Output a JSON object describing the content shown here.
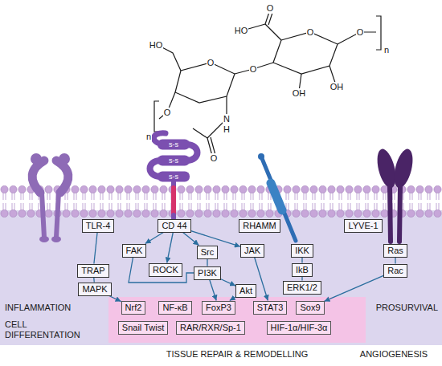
{
  "diagram": {
    "nodes": [
      {
        "text": [
          "TLR-4"
        ]
      },
      {
        "text": [
          "CD 44"
        ]
      },
      {
        "text": [
          "RHAMM"
        ]
      },
      {
        "text": [
          "LYVE-1"
        ]
      },
      {
        "text": [
          "TRAP"
        ]
      },
      {
        "text": [
          "MAPK"
        ]
      },
      {
        "text": [
          "FAK"
        ]
      },
      {
        "text": [
          "ROCK"
        ]
      },
      {
        "text": [
          "Src"
        ]
      },
      {
        "text": [
          "JAK"
        ]
      },
      {
        "text": [
          "PI3K"
        ]
      },
      {
        "text": [
          "Akt"
        ]
      },
      {
        "text": [
          "IKK"
        ]
      },
      {
        "text": [
          "IkB"
        ]
      },
      {
        "text": [
          "ERK1/2"
        ]
      },
      {
        "text": [
          "Ras"
        ]
      },
      {
        "text": [
          "Rac"
        ]
      },
      {
        "text": [
          "Nrf2"
        ]
      },
      {
        "text": [
          "NF-κB"
        ]
      },
      {
        "text": [
          "FoxP3"
        ]
      },
      {
        "text": [
          "STAT3"
        ]
      },
      {
        "text": [
          "Sox9"
        ]
      },
      {
        "text": [
          "Snail Twist"
        ]
      },
      {
        "text": [
          "RAR/RXR/Sp-1"
        ]
      },
      {
        "text": [
          "HIF-1α/HIF-3α"
        ]
      }
    ],
    "edges": [
      {
        "from": 0,
        "to": 4,
        "arrow": "none"
      },
      {
        "from": 4,
        "to": 5,
        "arrow": "none"
      },
      {
        "from": 5,
        "to": 17,
        "arrow": "to"
      },
      {
        "from": 1,
        "to": 6,
        "arrow": "to"
      },
      {
        "from": 1,
        "to": 7,
        "arrow": "to"
      },
      {
        "from": 1,
        "to": 8,
        "arrow": "to"
      },
      {
        "from": 1,
        "to": 9,
        "arrow": "to"
      },
      {
        "from": 6,
        "to": 10,
        "arrow": "none"
      },
      {
        "from": 8,
        "to": 10,
        "arrow": "none"
      },
      {
        "from": 10,
        "to": 11,
        "arrow": "to"
      },
      {
        "from": 10,
        "to": 19,
        "arrow": "to"
      },
      {
        "from": 11,
        "to": 19,
        "arrow": "to"
      },
      {
        "from": 9,
        "to": 20,
        "arrow": "to"
      },
      {
        "from": 12,
        "to": 13,
        "arrow": "none"
      },
      {
        "from": 13,
        "to": 14,
        "arrow": "none"
      },
      {
        "from": 15,
        "to": 16,
        "arrow": "none"
      },
      {
        "from": 16,
        "to": 21,
        "arrow": "to"
      }
    ],
    "labels": [
      "O",
      "HO",
      "O",
      "O",
      "n",
      "OH",
      "OH",
      "O",
      "O",
      "HO",
      "O",
      "n",
      "N",
      "H",
      "O",
      "s-s",
      "s-s",
      "s-s",
      "INFLAMMATION",
      "PROSURVIVAL",
      "CELL DIFFERENTATION",
      "TISSUE REPAIR & REMODELLING",
      "ANGIOGENESIS"
    ]
  }
}
